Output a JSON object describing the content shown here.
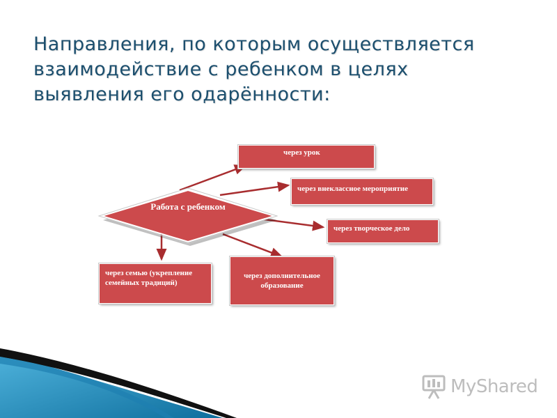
{
  "slide": {
    "title_lines": [
      "Направления, по которым осуществляется",
      "взаимодействие с ребенком в целях",
      "выявления его одарённости:"
    ]
  },
  "diagram": {
    "center": "Работа с ребенком",
    "nodes": [
      "через урок",
      "через внеклассное мероприятие",
      "через творческое дело",
      "через дополнительное образование",
      "через семью (укрепление семейных традиций)"
    ]
  },
  "colors": {
    "node_fill": "#cc4a4c",
    "arrow": "#a82d2f",
    "title_text": "#1c4f6e",
    "corner_blue": "#1a86b8"
  },
  "logo": {
    "text": "MyShared",
    "icon": "presentation-screen-icon"
  }
}
